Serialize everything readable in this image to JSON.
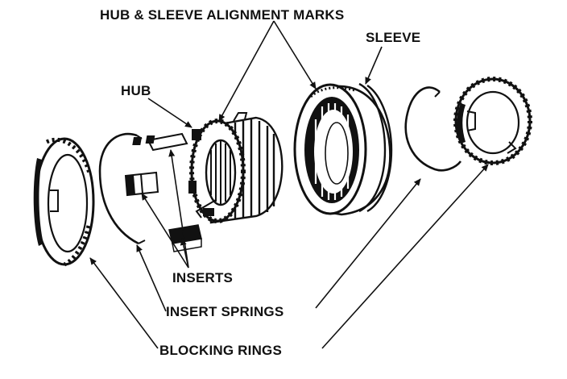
{
  "diagram": {
    "labels": {
      "alignment_marks": "HUB & SLEEVE ALIGNMENT MARKS",
      "sleeve": "SLEEVE",
      "hub": "HUB",
      "inserts": "INSERTS",
      "insert_springs": "INSERT SPRINGS",
      "blocking_rings": "BLOCKING RINGS"
    },
    "colors": {
      "ink": "#111111",
      "paper": "#ffffff"
    }
  }
}
